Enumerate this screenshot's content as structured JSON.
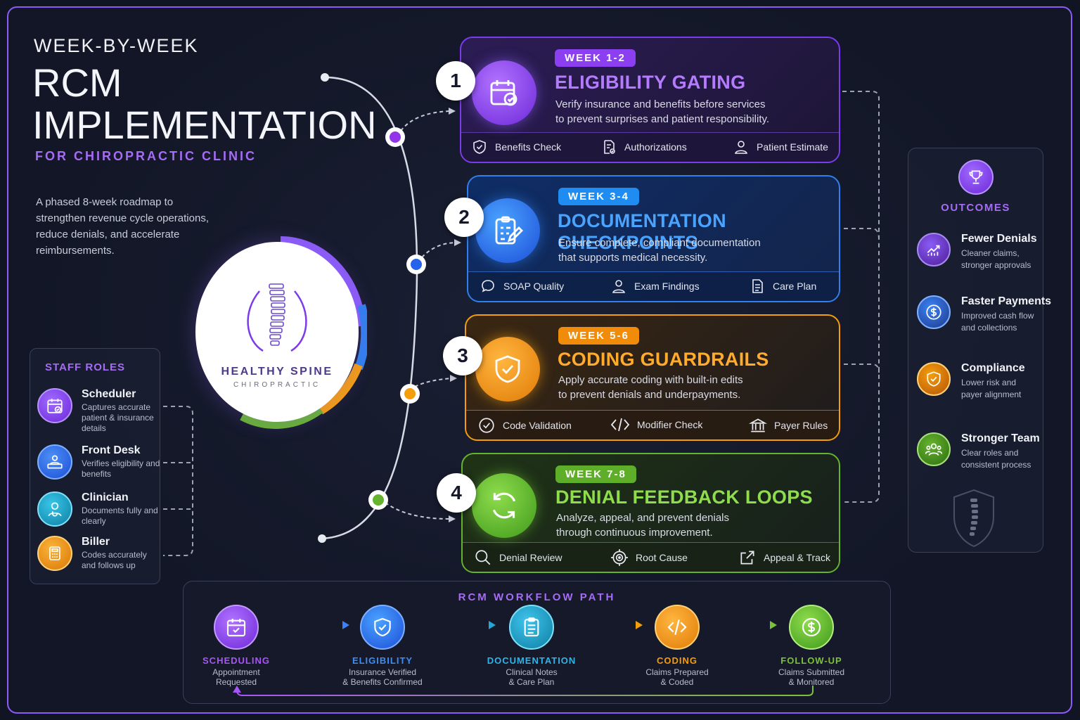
{
  "header": {
    "eyebrow": "WEEK-BY-WEEK",
    "title_line1": "RCM",
    "title_line2": "IMPLEMENTATION",
    "subtitle": "FOR CHIROPRACTIC CLINIC",
    "description": "A phased 8-week roadmap to strengthen revenue cycle operations, reduce denials, and accelerate reimbursements."
  },
  "logo": {
    "name": "HEALTHY SPINE",
    "sub": "CHIROPRACTIC"
  },
  "staff": {
    "title": "STAFF ROLES",
    "roles": [
      {
        "name": "Scheduler",
        "desc": "Captures accurate patient & insurance details",
        "icon": "calendar-icon",
        "color": "#7c3aed"
      },
      {
        "name": "Front Desk",
        "desc": "Verifies eligibility and benefits",
        "icon": "desk-icon",
        "color": "#2563eb"
      },
      {
        "name": "Clinician",
        "desc": "Documents fully and clearly",
        "icon": "clinician-icon",
        "color": "#0ea5c6"
      },
      {
        "name": "Biller",
        "desc": "Codes accurately and follows up",
        "icon": "calculator-icon",
        "color": "#f59e0b"
      }
    ]
  },
  "weeks": [
    {
      "num": "1",
      "badge": "WEEK 1-2",
      "title": "ELIGIBILITY GATING",
      "desc1": "Verify insurance and benefits before services",
      "desc2": "to prevent surprises and patient responsibility.",
      "features": [
        "Benefits Check",
        "Authorizations",
        "Patient Estimate"
      ],
      "color": "#a855f7"
    },
    {
      "num": "2",
      "badge": "WEEK 3-4",
      "title": "DOCUMENTATION CHECKPOINTS",
      "desc1": "Ensure complete, compliant documentation",
      "desc2": "that supports medical necessity.",
      "features": [
        "SOAP Quality",
        "Exam Findings",
        "Care Plan"
      ],
      "color": "#3b82f6"
    },
    {
      "num": "3",
      "badge": "WEEK 5-6",
      "title": "CODING GUARDRAILS",
      "desc1": "Apply accurate coding with built-in edits",
      "desc2": "to prevent denials and underpayments.",
      "features": [
        "Code Validation",
        "Modifier Check",
        "Payer Rules"
      ],
      "color": "#f59e0b"
    },
    {
      "num": "4",
      "badge": "WEEK 7-8",
      "title": "DENIAL FEEDBACK LOOPS",
      "desc1": "Analyze, appeal, and prevent denials",
      "desc2": "through continuous improvement.",
      "features": [
        "Denial Review",
        "Root Cause",
        "Appeal & Track"
      ],
      "color": "#65b32e"
    }
  ],
  "outcomes": {
    "title": "OUTCOMES",
    "items": [
      {
        "name": "Fewer Denials",
        "desc": "Cleaner claims, stronger approvals",
        "icon": "chart-up-icon",
        "color": "#7c3aed"
      },
      {
        "name": "Faster Payments",
        "desc": "Improved cash flow and collections",
        "icon": "dollar-icon",
        "color": "#2563eb"
      },
      {
        "name": "Compliance",
        "desc": "Lower risk and payer alignment",
        "icon": "shield-icon",
        "color": "#f59e0b"
      },
      {
        "name": "Stronger Team",
        "desc": "Clear roles and consistent process",
        "icon": "team-icon",
        "color": "#65b32e"
      }
    ]
  },
  "workflow": {
    "title": "RCM WORKFLOW PATH",
    "steps": [
      {
        "label": "SCHEDULING",
        "desc1": "Appointment",
        "desc2": "Requested",
        "color": "#a855f7"
      },
      {
        "label": "ELIGIBILITY",
        "desc1": "Insurance Verified",
        "desc2": "& Benefits Confirmed",
        "color": "#3b82f6"
      },
      {
        "label": "DOCUMENTATION",
        "desc1": "Clinical Notes",
        "desc2": "& Care Plan",
        "color": "#22a7d6"
      },
      {
        "label": "CODING",
        "desc1": "Claims Prepared",
        "desc2": "& Coded",
        "color": "#f59e0b"
      },
      {
        "label": "FOLLOW-UP",
        "desc1": "Claims Submitted",
        "desc2": "& Monitored",
        "color": "#7cc236"
      }
    ]
  }
}
